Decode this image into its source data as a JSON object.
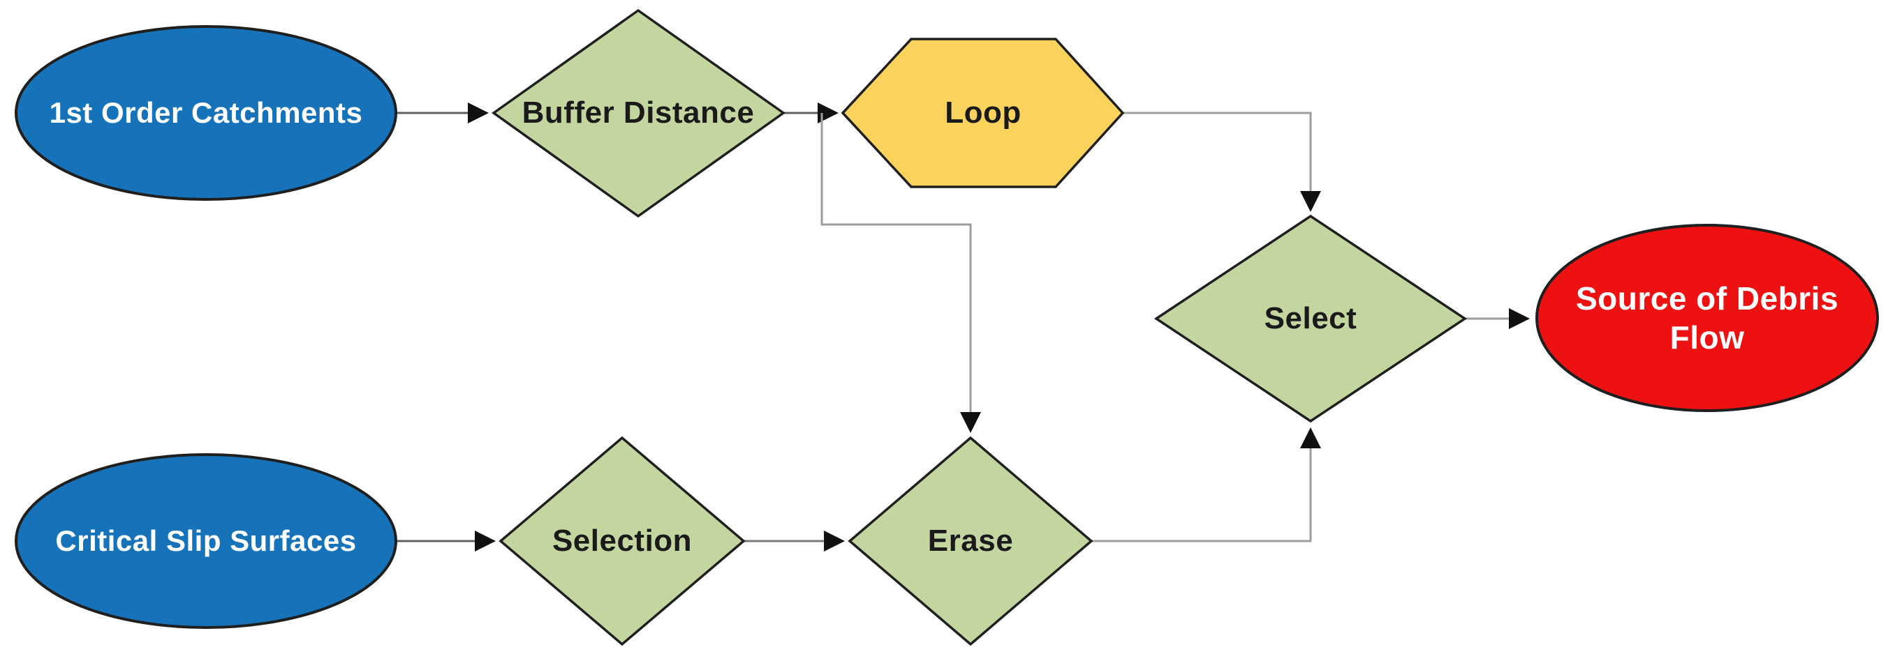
{
  "diagram": {
    "nodes": {
      "catchments": {
        "label": "1st Order Catchments",
        "shape": "ellipse",
        "role": "input"
      },
      "buffer_distance": {
        "label": "Buffer Distance",
        "shape": "diamond",
        "role": "tool"
      },
      "loop": {
        "label": "Loop",
        "shape": "hexagon",
        "role": "iterator"
      },
      "select": {
        "label": "Select",
        "shape": "diamond",
        "role": "tool"
      },
      "source_of_debris_flow": {
        "label": "Source of Debris Flow",
        "shape": "ellipse",
        "role": "output"
      },
      "critical_slip_surfaces": {
        "label": "Critical Slip Surfaces",
        "shape": "ellipse",
        "role": "input"
      },
      "selection": {
        "label": "Selection",
        "shape": "diamond",
        "role": "tool"
      },
      "erase": {
        "label": "Erase",
        "shape": "diamond",
        "role": "tool"
      }
    },
    "edges": [
      {
        "from": "catchments",
        "to": "buffer_distance"
      },
      {
        "from": "buffer_distance",
        "to": "loop"
      },
      {
        "from": "buffer_distance",
        "to": "erase"
      },
      {
        "from": "loop",
        "to": "select"
      },
      {
        "from": "critical_slip_surfaces",
        "to": "selection"
      },
      {
        "from": "selection",
        "to": "erase"
      },
      {
        "from": "erase",
        "to": "select"
      },
      {
        "from": "select",
        "to": "source_of_debris_flow"
      }
    ],
    "colors": {
      "input_fill": "#1673BA",
      "process_fill": "#C4D6A0",
      "loop_fill": "#FBD35C",
      "output_fill": "#EE1111",
      "shape_border": "#1F1F1F",
      "connector_dark": "#5F5F5F",
      "connector_light": "#9E9E9E",
      "arrowhead": "#111111"
    }
  }
}
